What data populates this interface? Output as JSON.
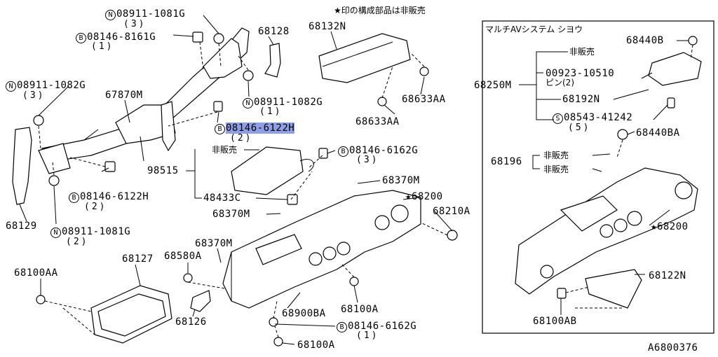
{
  "header_note": "★印の構成部品は非販売",
  "diagram_id": "A6800376",
  "inset_title": "マルチAVシステム シヨウ",
  "callouts": {
    "c01": {
      "prefix": "N",
      "number": "08911-1081G",
      "qty": "(3)"
    },
    "c02": {
      "prefix": "B",
      "number": "08146-8161G",
      "qty": "(1)"
    },
    "c03": {
      "number": "68128"
    },
    "c04": {
      "number": "68132N"
    },
    "c05": {
      "prefix": "N",
      "number": "08911-1082G",
      "qty": "(3)"
    },
    "c06": {
      "number": "67870M"
    },
    "c07": {
      "prefix": "N",
      "number": "08911-1082G",
      "qty": "(1)"
    },
    "c08": {
      "number": "68633AA"
    },
    "c09": {
      "number": "68633AA"
    },
    "c10": {
      "prefix": "B",
      "number": "08146-6122H",
      "qty": "(2)"
    },
    "c11": {
      "prefix": "B",
      "number": "08146-6162G",
      "qty": "(3)"
    },
    "c12": {
      "number": "98515"
    },
    "c13": {
      "text": "非販売"
    },
    "c14": {
      "number": "48433C"
    },
    "c15": {
      "number": "68370M"
    },
    "c16": {
      "number": "68200"
    },
    "c17": {
      "number": "68370M"
    },
    "c18": {
      "number": "68210A"
    },
    "c19": {
      "prefix": "B",
      "number": "08146-6122H",
      "qty": "(2)"
    },
    "c20": {
      "number": "68129"
    },
    "c21": {
      "prefix": "N",
      "number": "08911-1081G",
      "qty": "(2)"
    },
    "c22": {
      "number": "68370M"
    },
    "c23": {
      "number": "68580A"
    },
    "c24": {
      "number": "68127"
    },
    "c25": {
      "number": "68100AA"
    },
    "c26": {
      "number": "68126"
    },
    "c27": {
      "number": "68900BA"
    },
    "c28": {
      "number": "68100A"
    },
    "c29": {
      "prefix": "B",
      "number": "08146-6162G",
      "qty": "(1)"
    },
    "c30": {
      "number": "68100A"
    },
    "i01": {
      "number": "68440B"
    },
    "i02": {
      "text": "非販売"
    },
    "i03": {
      "number": "00923-10510"
    },
    "i04": {
      "text": "ピン(2)"
    },
    "i05": {
      "number": "68250M"
    },
    "i06": {
      "number": "68192N"
    },
    "i07": {
      "prefix": "S",
      "number": "08543-41242",
      "qty": "(5)"
    },
    "i08": {
      "number": "68440BA"
    },
    "i09": {
      "number": "68196"
    },
    "i10": {
      "text": "非販売"
    },
    "i11": {
      "text": "非販売"
    },
    "i12": {
      "number": "68200"
    },
    "i13": {
      "number": "68122N"
    },
    "i14": {
      "number": "68100AB"
    }
  }
}
